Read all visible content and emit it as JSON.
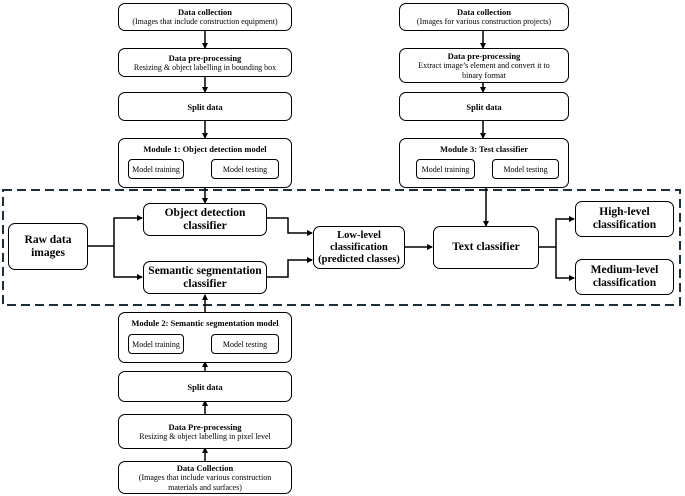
{
  "top_left_flow": {
    "data_collection": {
      "title": "Data collection",
      "subtitle": "(Images that include construction equipment)"
    },
    "preprocessing": {
      "title": "Data pre-processing",
      "subtitle": "Resizing & object labelling in bounding box"
    },
    "split": {
      "title": "Split data"
    },
    "module1": {
      "title": "Module 1: Object detection model",
      "training": "Model training",
      "testing": "Model testing"
    }
  },
  "top_right_flow": {
    "data_collection": {
      "title": "Data collection",
      "subtitle": "(Images for various construction projects)"
    },
    "preprocessing": {
      "title": "Data pre-processing",
      "subtitle": "Extract image’s element and convert it to binary format"
    },
    "split": {
      "title": "Split data"
    },
    "module3": {
      "title": "Module 3: Test classifier",
      "training": "Model training",
      "testing": "Model testing"
    }
  },
  "pipeline": {
    "raw_data": "Raw data images",
    "object_detection": "Object detection classifier",
    "semantic_segmentation": "Semantic segmentation classifier",
    "low_level": "Low-level classification (predicted classes)",
    "text_classifier": "Text classifier",
    "high_level": "High-level classification",
    "medium_level": "Medium-level classification"
  },
  "bottom_flow": {
    "module2": {
      "title": "Module 2: Semantic segmentation model",
      "training": "Model training",
      "testing": "Model testing"
    },
    "split": {
      "title": "Split data"
    },
    "preprocessing": {
      "title": "Data Pre-processing",
      "subtitle": "Resizing & object labelling in pixel level"
    },
    "data_collection": {
      "title": "Data Collection",
      "subtitle": "(Images that include various construction materials and surfaces)"
    }
  }
}
